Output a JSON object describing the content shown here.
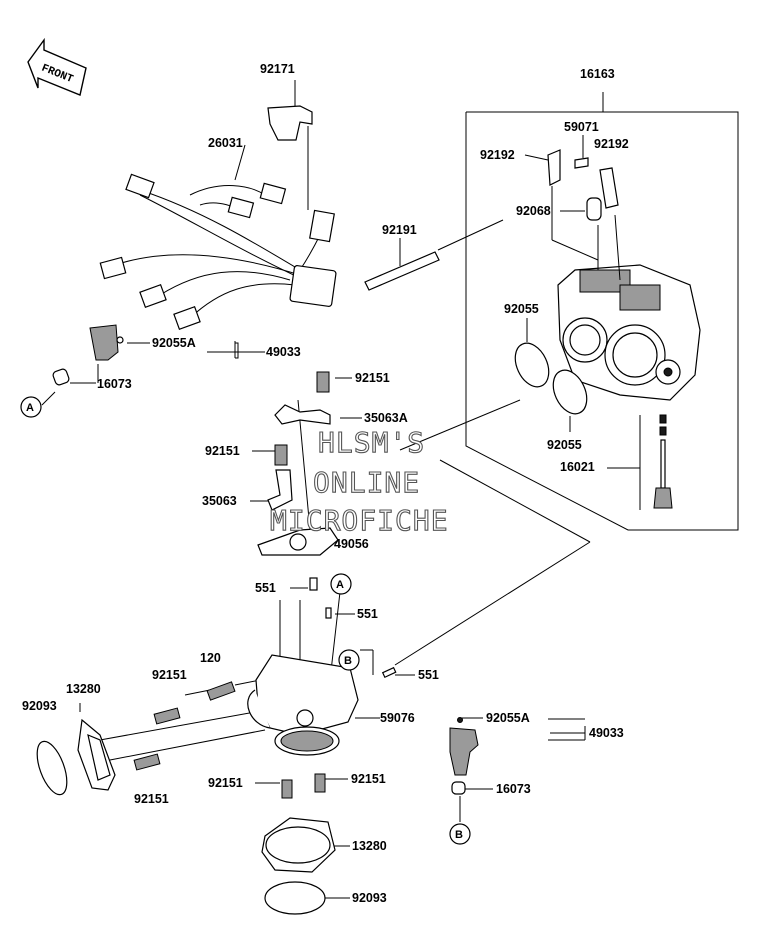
{
  "front_label": "FRONT",
  "watermark": [
    "HLSM'S",
    "ONLINE",
    "MICROFICHE"
  ],
  "callouts": {
    "c92171": "92171",
    "c26031": "26031",
    "c16163": "16163",
    "c59071": "59071",
    "c92192a": "92192",
    "c92192b": "92192",
    "c92068": "92068",
    "c92191": "92191",
    "c92055a": "92055",
    "c92055b": "92055",
    "c16021": "16021",
    "c92055A1": "92055A",
    "c49033a": "49033",
    "c16073a": "16073",
    "c92151a": "92151",
    "c35063A": "35063A",
    "c92151b": "92151",
    "c35063": "35063",
    "c49056": "49056",
    "c551a": "551",
    "c551b": "551",
    "c551c": "551",
    "c120": "120",
    "c92151c": "92151",
    "c13280a": "13280",
    "c92093a": "92093",
    "c59076": "59076",
    "c92151d": "92151",
    "c92151e": "92151",
    "c92151f": "92151",
    "c13280b": "13280",
    "c92093b": "92093",
    "c92055A2": "92055A",
    "c49033b": "49033",
    "c16073b": "16073"
  },
  "ref_markers": {
    "a1": "A",
    "a2": "A",
    "b1": "B",
    "b2": "B"
  }
}
